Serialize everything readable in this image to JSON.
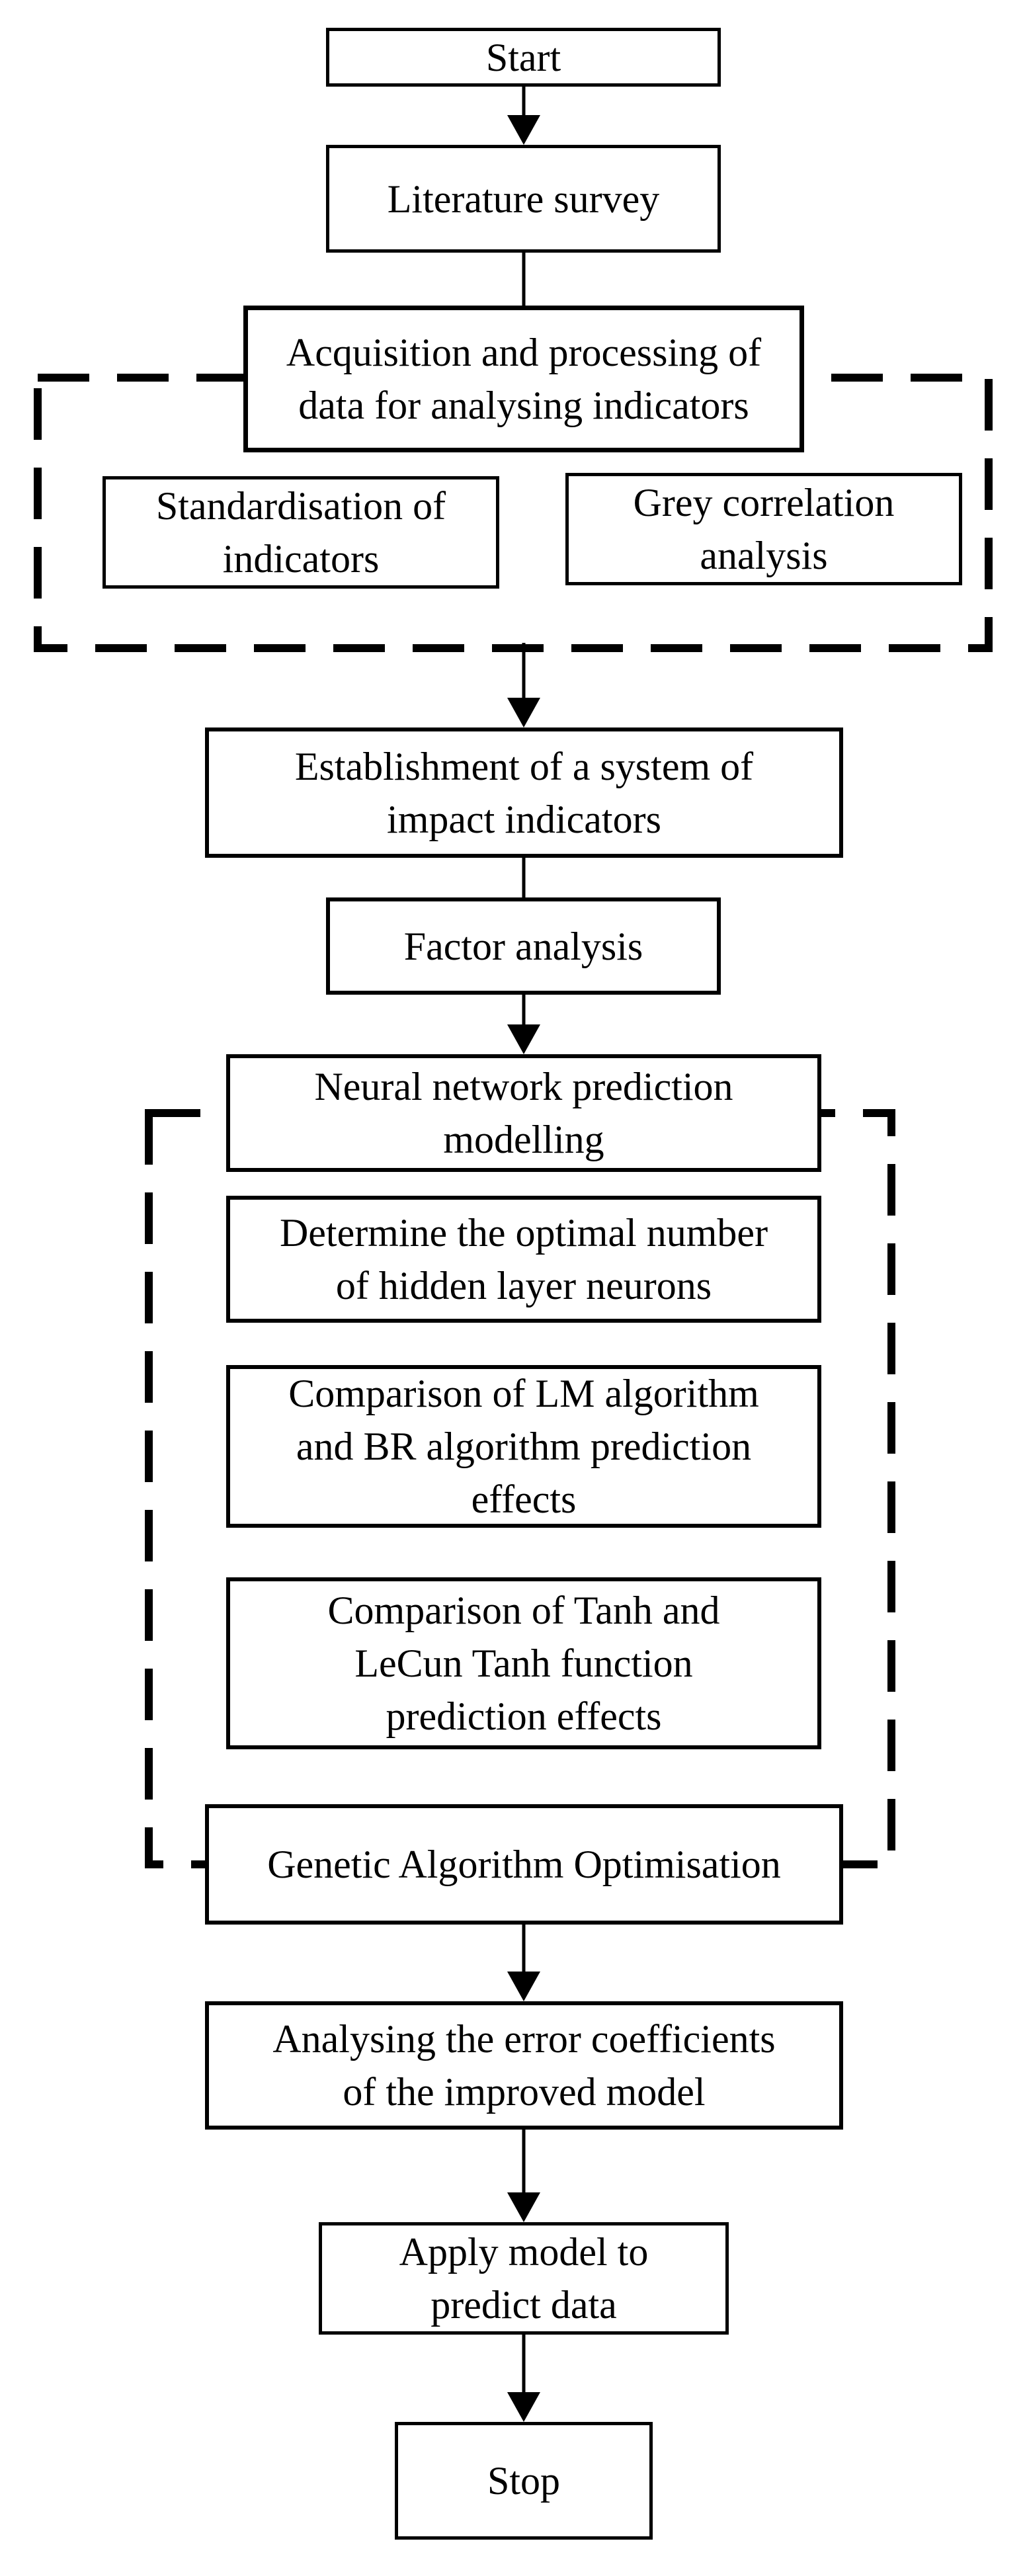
{
  "colors": {
    "ink": "#000000",
    "background": "#ffffff"
  },
  "nodes": {
    "start": {
      "label": "Start"
    },
    "literature": {
      "label": "Literature survey"
    },
    "acquisition": {
      "label": "Acquisition and processing of\ndata for analysing indicators"
    },
    "standardisation": {
      "label": "Standardisation of\nindicators"
    },
    "grey": {
      "label": "Grey correlation\nanalysis"
    },
    "establishment": {
      "label": "Establishment of a system of\nimpact indicators"
    },
    "factor": {
      "label": "Factor analysis"
    },
    "neural": {
      "label": "Neural network prediction\nmodelling"
    },
    "determine": {
      "label": "Determine the optimal number\nof hidden layer neurons"
    },
    "lm": {
      "label": "Comparison of LM algorithm\nand BR algorithm prediction\neffects"
    },
    "tanh": {
      "label": "Comparison of Tanh and\nLeCun Tanh function\nprediction effects"
    },
    "genetic": {
      "label": "Genetic Algorithm Optimisation"
    },
    "analysing": {
      "label": "Analysing the error coefficients\nof the improved model"
    },
    "apply": {
      "label": "Apply model to\npredict data"
    },
    "stop": {
      "label": "Stop"
    }
  },
  "containers": [
    {
      "id": "dashed-group-1",
      "style": "thick-dashed",
      "members": [
        "acquisition",
        "standardisation",
        "grey"
      ]
    },
    {
      "id": "dashed-group-2",
      "style": "thick-dashed",
      "members": [
        "neural",
        "determine",
        "lm",
        "tanh",
        "genetic"
      ]
    }
  ],
  "edges": [
    {
      "from": "start",
      "to": "literature",
      "arrowhead": true
    },
    {
      "from": "literature",
      "to": "acquisition",
      "arrowhead": false
    },
    {
      "from": "dashed-group-1",
      "to": "establishment",
      "arrowhead": true
    },
    {
      "from": "establishment",
      "to": "factor",
      "arrowhead": false
    },
    {
      "from": "factor",
      "to": "neural",
      "arrowhead": true
    },
    {
      "from": "genetic",
      "to": "analysing",
      "arrowhead": true
    },
    {
      "from": "analysing",
      "to": "apply",
      "arrowhead": true
    },
    {
      "from": "apply",
      "to": "stop",
      "arrowhead": true
    }
  ]
}
